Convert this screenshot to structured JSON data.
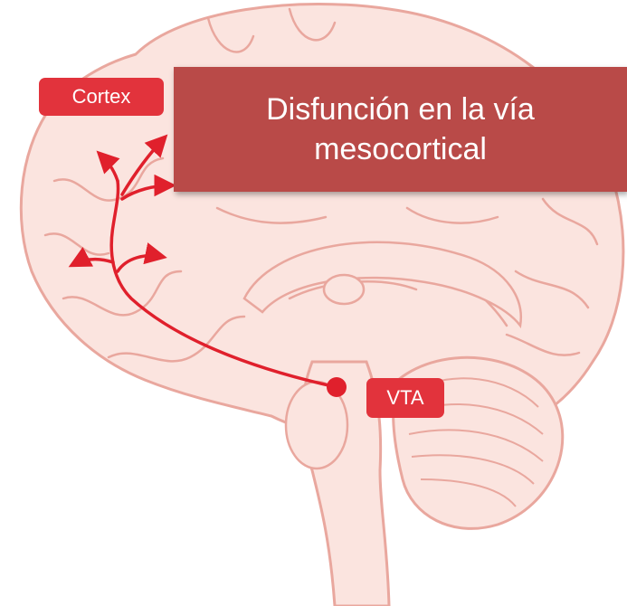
{
  "title": {
    "line1": "Disfunción en la vía",
    "line2": "mesocortical"
  },
  "labels": {
    "cortex": "Cortex",
    "vta": "VTA"
  },
  "colors": {
    "brain_fill": "#fbe4df",
    "brain_outline": "#e9a79e",
    "pathway": "#e0202c",
    "label_bg": "#e2333c",
    "title_bg": "#b94a48",
    "title_text": "#ffffff"
  }
}
